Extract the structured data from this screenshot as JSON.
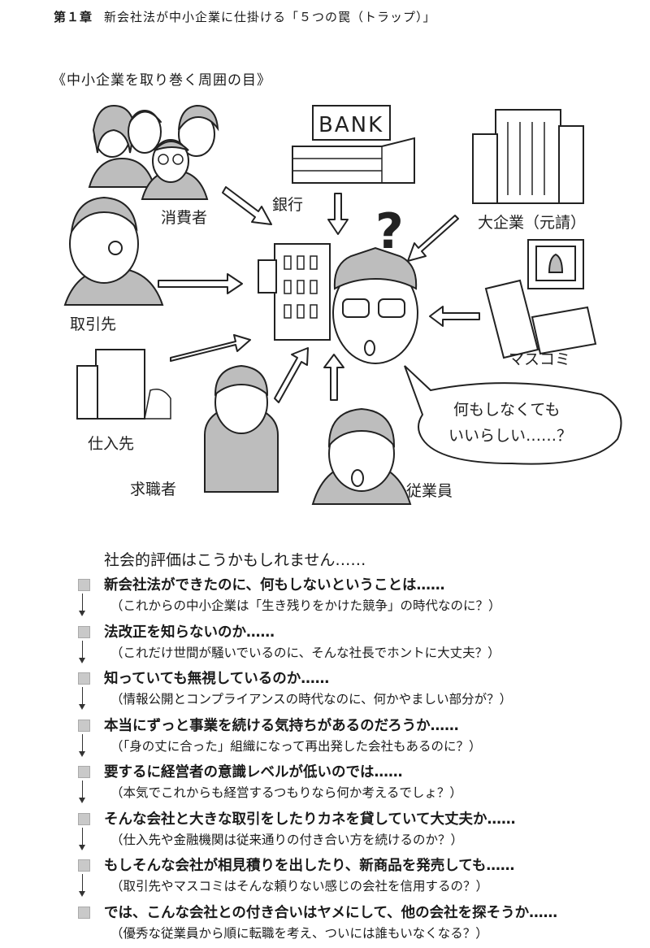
{
  "header": {
    "chapter": "第１章",
    "title": "新会社法が中小企業に仕掛ける「５つの罠（トラップ）」"
  },
  "subtitle": "《中小企業を取り巻く周囲の目》",
  "illustration": {
    "bank_sign": "BANK",
    "labels": {
      "consumers": "消費者",
      "bank": "銀行",
      "large_company": "大企業（元請）",
      "business_partner": "取引先",
      "media": "マスコミ",
      "supplier": "仕入先",
      "job_seeker": "求職者",
      "employee": "従業員"
    },
    "question_mark": "?",
    "speech_bubble": [
      "何もしなくても",
      "いいらしい……？"
    ]
  },
  "intro": "社会的評価はこうかもしれません……",
  "items": [
    {
      "main": "新会社法ができたのに、何もしないということは……",
      "sub": "（これからの中小企業は「生き残りをかけた競争」の時代なのに？）"
    },
    {
      "main": "法改正を知らないのか……",
      "sub": "（これだけ世間が騒いでいるのに、そんな社長でホントに大丈夫？）"
    },
    {
      "main": "知っていても無視しているのか……",
      "sub": "（情報公開とコンプライアンスの時代なのに、何かやましい部分が？）"
    },
    {
      "main": "本当にずっと事業を続ける気持ちがあるのだろうか……",
      "sub": "（「身の丈に合った」組織になって再出発した会社もあるのに？）"
    },
    {
      "main": "要するに経営者の意識レベルが低いのでは……",
      "sub": "（本気でこれからも経営するつもりなら何か考えるでしょ？）"
    },
    {
      "main": "そんな会社と大きな取引をしたりカネを貸していて大丈夫か……",
      "sub": "（仕入先や金融機関は従来通りの付き合い方を続けるのか？）"
    },
    {
      "main": "もしそんな会社が相見積りを出したり、新商品を発売しても……",
      "sub": "（取引先やマスコミはそんな頼りない感じの会社を信用するの？）"
    },
    {
      "main": "では、こんな会社との付き合いはヤメにして、他の会社を探そうか……",
      "sub": "（優秀な従業員から順に転職を考え、ついには誰もいなくなる？）"
    }
  ]
}
